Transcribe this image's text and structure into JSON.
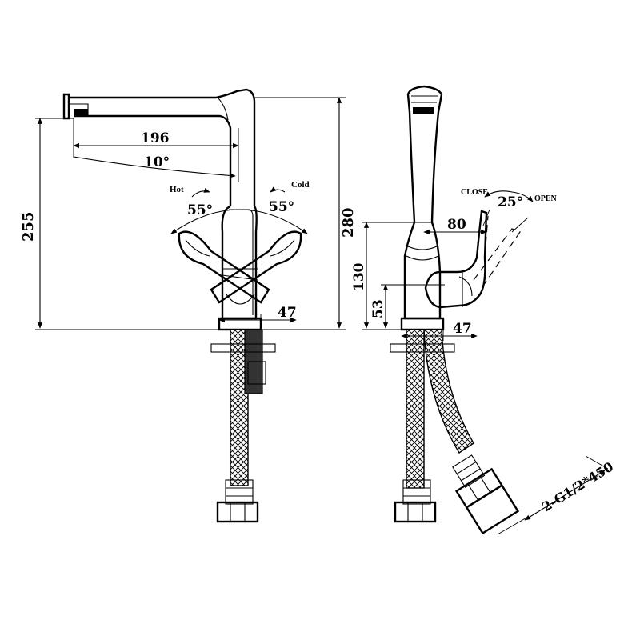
{
  "front_view": {
    "dim_spout_reach": "196",
    "dim_spout_angle": "10°",
    "dim_height_spout": "255",
    "dim_total_height": "280",
    "dim_base_width": "47",
    "handle_hot_label": "Hot",
    "handle_cold_label": "Cold",
    "handle_hot_angle": "55°",
    "handle_cold_angle": "55°"
  },
  "side_view": {
    "dim_handle_offset": "80",
    "dim_height_130": "130",
    "dim_height_53": "53",
    "dim_base_width": "47",
    "lever_close_label": "CLOSE",
    "lever_open_label": "OPEN",
    "lever_angle": "25°",
    "hose_spec": "2-G1/2*450"
  },
  "colors": {
    "line": "#000000",
    "background": "#ffffff"
  }
}
